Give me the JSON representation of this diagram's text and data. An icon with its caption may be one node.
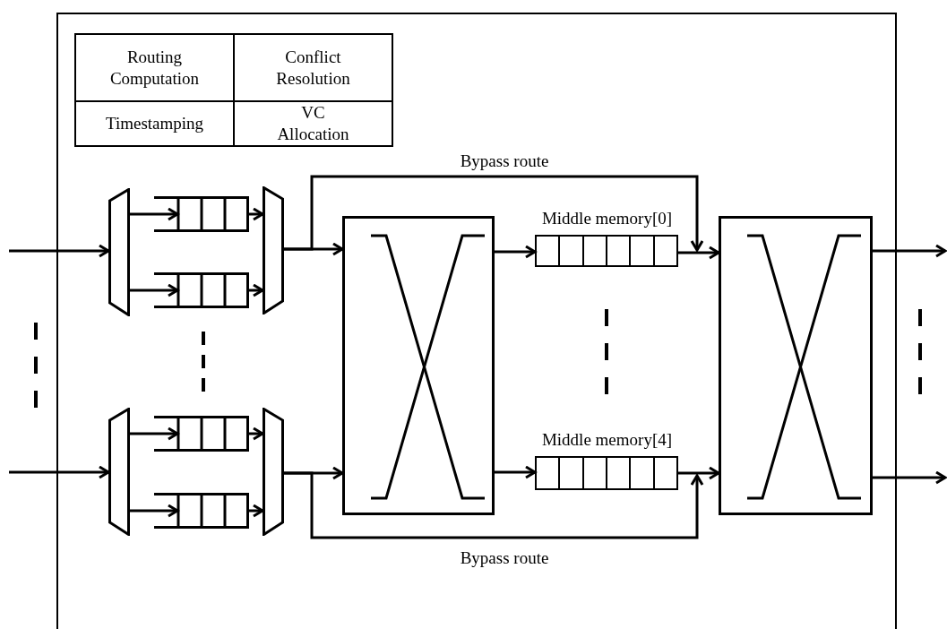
{
  "diagram": {
    "nodes": [
      {
        "text": [],
        "shape": "box"
      },
      {
        "text": [
          "Routing Computation"
        ],
        "in": 0
      },
      {
        "text": [
          "Conflict Resolution"
        ],
        "in": 0
      },
      {
        "text": [
          "Timestamping"
        ],
        "in": 0
      },
      {
        "text": [
          "VC Allocation"
        ],
        "in": 0
      },
      {
        "text": [],
        "shape": "trapezoid",
        "in": 0
      },
      {
        "text": [],
        "shape": "queue",
        "in": 0
      },
      {
        "text": [],
        "shape": "queue",
        "in": 0
      },
      {
        "text": [],
        "shape": "trapezoid",
        "in": 0
      },
      {
        "text": [],
        "shape": "trapezoid",
        "in": 0
      },
      {
        "text": [],
        "shape": "queue",
        "in": 0
      },
      {
        "text": [],
        "shape": "queue",
        "in": 0
      },
      {
        "text": [],
        "shape": "trapezoid",
        "in": 0
      },
      {
        "text": [],
        "shape": "box",
        "in": 0
      },
      {
        "text": [
          "Middle memory[0]"
        ],
        "in": 0
      },
      {
        "text": [
          "Middle memory[4]"
        ],
        "in": 0
      },
      {
        "text": [],
        "shape": "box",
        "in": 0
      }
    ],
    "edges": [
      {
        "from": null,
        "to": 5,
        "arrow": "to"
      },
      {
        "from": 5,
        "to": 6,
        "arrow": "to"
      },
      {
        "from": 5,
        "to": 7,
        "arrow": "to"
      },
      {
        "from": 6,
        "to": 8,
        "arrow": "to"
      },
      {
        "from": 7,
        "to": 8,
        "arrow": "to"
      },
      {
        "from": null,
        "to": 9,
        "arrow": "to"
      },
      {
        "from": 9,
        "to": 10,
        "arrow": "to"
      },
      {
        "from": 9,
        "to": 11,
        "arrow": "to"
      },
      {
        "from": 10,
        "to": 12,
        "arrow": "to"
      },
      {
        "from": 11,
        "to": 12,
        "arrow": "to"
      },
      {
        "from": 8,
        "to": 13,
        "arrow": "to"
      },
      {
        "from": 12,
        "to": 13,
        "arrow": "to"
      },
      {
        "from": 13,
        "to": 14,
        "arrow": "to"
      },
      {
        "from": 13,
        "to": 15,
        "arrow": "to"
      },
      {
        "from": 14,
        "to": 16,
        "arrow": "to"
      },
      {
        "from": 15,
        "to": 16,
        "arrow": "to"
      },
      {
        "from": 8,
        "to": 16,
        "arrow": "to",
        "label": "Bypass route"
      },
      {
        "from": 12,
        "to": 16,
        "arrow": "to",
        "label": "Bypass route"
      },
      {
        "from": 16,
        "to": null,
        "arrow": "to"
      },
      {
        "from": 16,
        "to": null,
        "arrow": "to"
      }
    ]
  }
}
